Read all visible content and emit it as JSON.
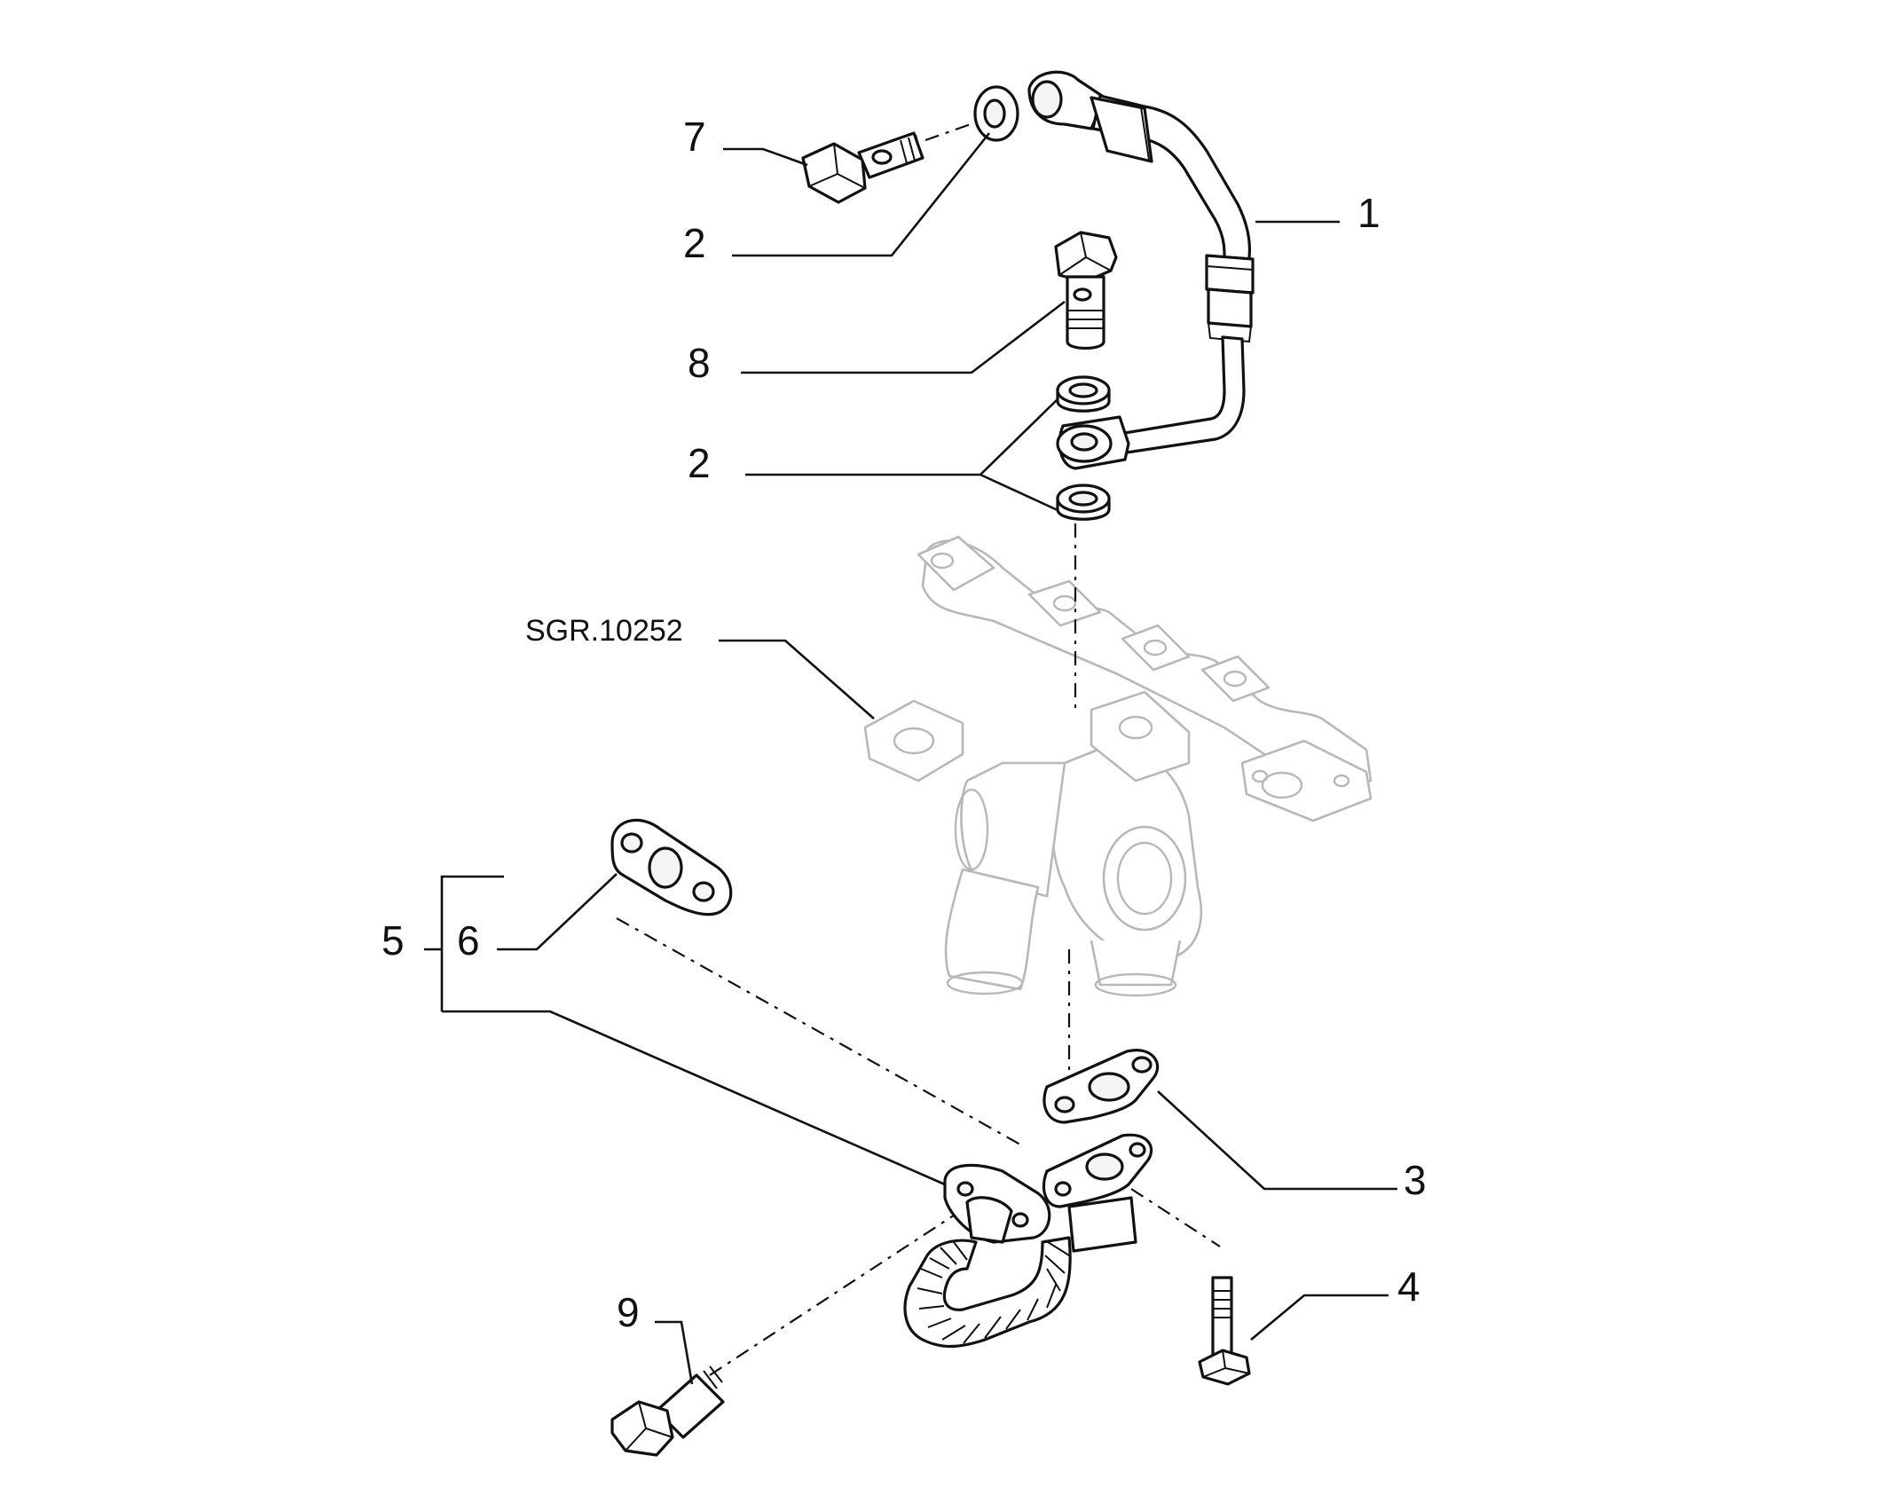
{
  "labels": {
    "l1": "1",
    "l2a": "2",
    "l2b": "2",
    "l3": "3",
    "l4": "4",
    "l5": "5",
    "l6": "6",
    "l7": "7",
    "l8": "8",
    "l9": "9",
    "ref": "SGR.10252"
  },
  "colors": {
    "ink": "#111111",
    "ghost": "#b8b8b8",
    "background": "#ffffff"
  }
}
